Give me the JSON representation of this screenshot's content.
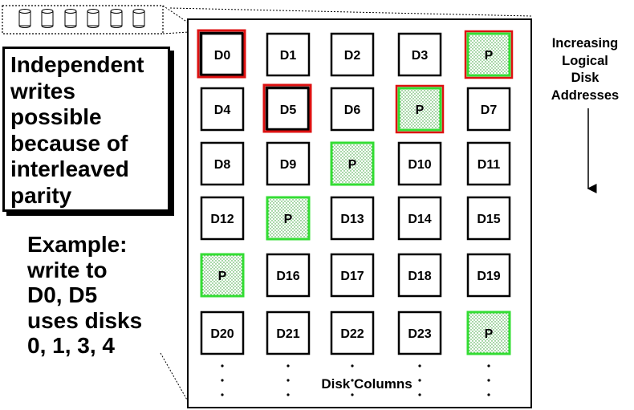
{
  "callout": {
    "lines": [
      "Independent",
      "writes",
      "possible",
      "because of",
      "interleaved",
      "parity"
    ]
  },
  "example": {
    "lines": [
      "Example:",
      "write to",
      "D0, D5",
      "uses disks",
      "0, 1, 3, 4"
    ]
  },
  "axis_label": {
    "lines": [
      "Increasing",
      "Logical",
      "Disk",
      "Addresses"
    ]
  },
  "columns_label": "Disk Columns",
  "disk_grid": {
    "rows": [
      [
        "D0",
        "D1",
        "D2",
        "D3",
        "P"
      ],
      [
        "D4",
        "D5",
        "D6",
        "P",
        "D7"
      ],
      [
        "D8",
        "D9",
        "P",
        "D10",
        "D11"
      ],
      [
        "D12",
        "P",
        "D13",
        "D14",
        "D15"
      ],
      [
        "P",
        "D16",
        "D17",
        "D18",
        "D19"
      ],
      [
        "D20",
        "D21",
        "D22",
        "D23",
        "P"
      ]
    ],
    "highlighted_write": [
      "D0",
      "D5"
    ],
    "highlighted_parity_rows": [
      0,
      1
    ]
  },
  "colors": {
    "write_highlight": "#dd1111",
    "parity_border": "#33dd33",
    "parity_fill_dots": "#2a9d2a"
  },
  "icons": [
    "disk-cylinder-icon",
    "arrow-down-icon",
    "continuation-dots-icon"
  ]
}
